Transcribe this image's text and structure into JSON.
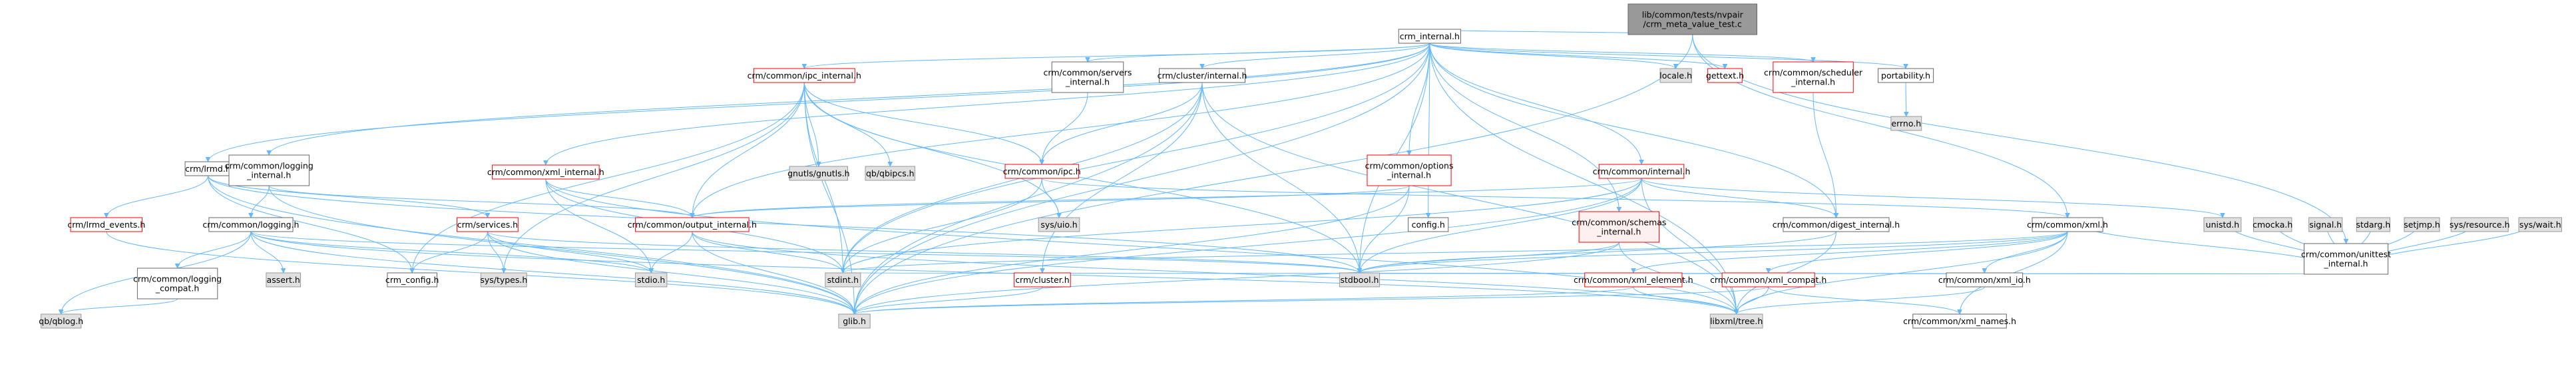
{
  "chart_data": {
    "type": "diagram",
    "nodes": [
      {
        "id": "root",
        "label": [
          "lib/common/tests/nvpair",
          "/crm_meta_value_test.c"
        ],
        "style": "root"
      },
      {
        "id": "crm_internal",
        "label": [
          "crm_internal.h"
        ],
        "style": "std"
      },
      {
        "id": "unittest",
        "label": [
          "crm/common/unittest",
          "_internal.h"
        ],
        "style": "std"
      },
      {
        "id": "ipc_internal",
        "label": [
          "crm/common/ipc_internal.h"
        ],
        "style": "red"
      },
      {
        "id": "servers_internal",
        "label": [
          "crm/common/servers",
          "_internal.h"
        ],
        "style": "std"
      },
      {
        "id": "cluster_internal",
        "label": [
          "crm/cluster/internal.h"
        ],
        "style": "std"
      },
      {
        "id": "locale",
        "label": [
          "locale.h"
        ],
        "style": "gray"
      },
      {
        "id": "gettext",
        "label": [
          "gettext.h"
        ],
        "style": "red"
      },
      {
        "id": "scheduler_internal",
        "label": [
          "crm/common/scheduler",
          "_internal.h"
        ],
        "style": "red"
      },
      {
        "id": "portability",
        "label": [
          "portability.h"
        ],
        "style": "std"
      },
      {
        "id": "errno",
        "label": [
          "errno.h"
        ],
        "style": "gray"
      },
      {
        "id": "lrmd",
        "label": [
          "crm/lrmd.h"
        ],
        "style": "std"
      },
      {
        "id": "logging_internal",
        "label": [
          "crm/common/logging",
          "_internal.h"
        ],
        "style": "std"
      },
      {
        "id": "xml_internal",
        "label": [
          "crm/common/xml_internal.h"
        ],
        "style": "red"
      },
      {
        "id": "gnutls",
        "label": [
          "gnutls/gnutls.h"
        ],
        "style": "gray"
      },
      {
        "id": "qbipcs",
        "label": [
          "qb/qbipcs.h"
        ],
        "style": "gray"
      },
      {
        "id": "ipc",
        "label": [
          "crm/common/ipc.h"
        ],
        "style": "red"
      },
      {
        "id": "options_internal",
        "label": [
          "crm/common/options",
          "_internal.h"
        ],
        "style": "red"
      },
      {
        "id": "common_internal",
        "label": [
          "crm/common/internal.h"
        ],
        "style": "red"
      },
      {
        "id": "lrmd_events",
        "label": [
          "crm/lrmd_events.h"
        ],
        "style": "red"
      },
      {
        "id": "services",
        "label": [
          "crm/services.h"
        ],
        "style": "red"
      },
      {
        "id": "logging",
        "label": [
          "crm/common/logging.h"
        ],
        "style": "std"
      },
      {
        "id": "output_internal",
        "label": [
          "crm/common/output_internal.h"
        ],
        "style": "red"
      },
      {
        "id": "sysuio",
        "label": [
          "sys/uio.h"
        ],
        "style": "gray"
      },
      {
        "id": "config",
        "label": [
          "config.h"
        ],
        "style": "std"
      },
      {
        "id": "schemas_internal",
        "label": [
          "crm/common/schemas",
          "_internal.h"
        ],
        "style": "pink"
      },
      {
        "id": "digest_internal",
        "label": [
          "crm/common/digest_internal.h"
        ],
        "style": "std"
      },
      {
        "id": "xml",
        "label": [
          "crm/common/xml.h"
        ],
        "style": "std"
      },
      {
        "id": "unistd",
        "label": [
          "unistd.h"
        ],
        "style": "gray"
      },
      {
        "id": "cmocka",
        "label": [
          "cmocka.h"
        ],
        "style": "gray"
      },
      {
        "id": "signal",
        "label": [
          "signal.h"
        ],
        "style": "gray"
      },
      {
        "id": "stdarg",
        "label": [
          "stdarg.h"
        ],
        "style": "gray"
      },
      {
        "id": "setjmp",
        "label": [
          "setjmp.h"
        ],
        "style": "gray"
      },
      {
        "id": "sysresource",
        "label": [
          "sys/resource.h"
        ],
        "style": "gray"
      },
      {
        "id": "syswait",
        "label": [
          "sys/wait.h"
        ],
        "style": "gray"
      },
      {
        "id": "assert",
        "label": [
          "assert.h"
        ],
        "style": "gray"
      },
      {
        "id": "logging_compat",
        "label": [
          "crm/common/logging",
          "_compat.h"
        ],
        "style": "std"
      },
      {
        "id": "crm_config",
        "label": [
          "crm_config.h"
        ],
        "style": "std"
      },
      {
        "id": "systypes",
        "label": [
          "sys/types.h"
        ],
        "style": "gray"
      },
      {
        "id": "stdio",
        "label": [
          "stdio.h"
        ],
        "style": "gray"
      },
      {
        "id": "stdint",
        "label": [
          "stdint.h"
        ],
        "style": "gray"
      },
      {
        "id": "cluster",
        "label": [
          "crm/cluster.h"
        ],
        "style": "red"
      },
      {
        "id": "stdbool",
        "label": [
          "stdbool.h"
        ],
        "style": "gray"
      },
      {
        "id": "xml_element",
        "label": [
          "crm/common/xml_element.h"
        ],
        "style": "red"
      },
      {
        "id": "xml_compat",
        "label": [
          "crm/common/xml_compat.h"
        ],
        "style": "red"
      },
      {
        "id": "xml_io",
        "label": [
          "crm/common/xml_io.h"
        ],
        "style": "std"
      },
      {
        "id": "qblog",
        "label": [
          "qb/qblog.h"
        ],
        "style": "gray"
      },
      {
        "id": "glib",
        "label": [
          "glib.h"
        ],
        "style": "gray"
      },
      {
        "id": "libxml",
        "label": [
          "libxml/tree.h"
        ],
        "style": "gray"
      },
      {
        "id": "xml_names",
        "label": [
          "crm/common/xml_names.h"
        ],
        "style": "std"
      }
    ],
    "edges": [
      [
        "root",
        "crm_internal"
      ],
      [
        "root",
        "unittest"
      ],
      [
        "root",
        "glib"
      ],
      [
        "root",
        "xml"
      ],
      [
        "crm_internal",
        "ipc_internal"
      ],
      [
        "crm_internal",
        "servers_internal"
      ],
      [
        "crm_internal",
        "cluster_internal"
      ],
      [
        "crm_internal",
        "locale"
      ],
      [
        "crm_internal",
        "gettext"
      ],
      [
        "crm_internal",
        "scheduler_internal"
      ],
      [
        "crm_internal",
        "portability"
      ],
      [
        "crm_internal",
        "lrmd"
      ],
      [
        "crm_internal",
        "logging_internal"
      ],
      [
        "crm_internal",
        "xml_internal"
      ],
      [
        "crm_internal",
        "options_internal"
      ],
      [
        "crm_internal",
        "common_internal"
      ],
      [
        "crm_internal",
        "output_internal"
      ],
      [
        "crm_internal",
        "config"
      ],
      [
        "crm_internal",
        "schemas_internal"
      ],
      [
        "crm_internal",
        "digest_internal"
      ],
      [
        "crm_internal",
        "glib"
      ],
      [
        "crm_internal",
        "libxml"
      ],
      [
        "crm_internal",
        "stdbool"
      ],
      [
        "crm_internal",
        "stdint"
      ],
      [
        "portability",
        "errno"
      ],
      [
        "scheduler_internal",
        "digest_internal"
      ],
      [
        "servers_internal",
        "ipc"
      ],
      [
        "cluster_internal",
        "ipc"
      ],
      [
        "cluster_internal",
        "cluster"
      ],
      [
        "cluster_internal",
        "stdbool"
      ],
      [
        "cluster_internal",
        "stdint"
      ],
      [
        "cluster_internal",
        "glib"
      ],
      [
        "cluster_internal",
        "libxml"
      ],
      [
        "ipc_internal",
        "gnutls"
      ],
      [
        "ipc_internal",
        "qbipcs"
      ],
      [
        "ipc_internal",
        "ipc"
      ],
      [
        "ipc_internal",
        "output_internal"
      ],
      [
        "ipc_internal",
        "sysuio"
      ],
      [
        "ipc_internal",
        "crm_config"
      ],
      [
        "ipc_internal",
        "systypes"
      ],
      [
        "ipc_internal",
        "stdint"
      ],
      [
        "ipc_internal",
        "stdbool"
      ],
      [
        "ipc_internal",
        "glib"
      ],
      [
        "ipc",
        "sysuio"
      ],
      [
        "ipc",
        "stdint"
      ],
      [
        "ipc",
        "xml"
      ],
      [
        "lrmd",
        "lrmd_events"
      ],
      [
        "lrmd",
        "services"
      ],
      [
        "lrmd",
        "glib"
      ],
      [
        "lrmd",
        "stdbool"
      ],
      [
        "lrmd",
        "crm_config"
      ],
      [
        "lrmd_events",
        "glib"
      ],
      [
        "logging_internal",
        "logging"
      ],
      [
        "logging_internal",
        "output_internal"
      ],
      [
        "logging_internal",
        "glib"
      ],
      [
        "xml_internal",
        "output_internal"
      ],
      [
        "xml_internal",
        "stdio"
      ],
      [
        "xml_internal",
        "stdint"
      ],
      [
        "xml_internal",
        "libxml"
      ],
      [
        "options_internal",
        "output_internal"
      ],
      [
        "options_internal",
        "stdbool"
      ],
      [
        "options_internal",
        "glib"
      ],
      [
        "common_internal",
        "output_internal"
      ],
      [
        "common_internal",
        "digest_internal"
      ],
      [
        "common_internal",
        "unistd"
      ],
      [
        "common_internal",
        "stdbool"
      ],
      [
        "common_internal",
        "stdint"
      ],
      [
        "common_internal",
        "libxml"
      ],
      [
        "common_internal",
        "glib"
      ],
      [
        "services",
        "crm_config"
      ],
      [
        "services",
        "systypes"
      ],
      [
        "services",
        "stdio"
      ],
      [
        "services",
        "stdbool"
      ],
      [
        "services",
        "glib"
      ],
      [
        "logging",
        "qblog"
      ],
      [
        "logging",
        "assert"
      ],
      [
        "logging",
        "logging_compat"
      ],
      [
        "logging",
        "glib"
      ],
      [
        "logging",
        "stdio"
      ],
      [
        "logging",
        "libxml"
      ],
      [
        "logging",
        "stdbool"
      ],
      [
        "logging_compat",
        "qblog"
      ],
      [
        "output_internal",
        "stdio"
      ],
      [
        "output_internal",
        "stdint"
      ],
      [
        "output_internal",
        "glib"
      ],
      [
        "output_internal",
        "libxml"
      ],
      [
        "schemas_internal",
        "stdbool"
      ],
      [
        "schemas_internal",
        "glib"
      ],
      [
        "schemas_internal",
        "libxml"
      ],
      [
        "digest_internal",
        "stdbool"
      ],
      [
        "digest_internal",
        "libxml"
      ],
      [
        "cluster",
        "glib"
      ],
      [
        "unittest",
        "xml"
      ],
      [
        "unittest",
        "unistd"
      ],
      [
        "unittest",
        "cmocka"
      ],
      [
        "unittest",
        "signal"
      ],
      [
        "unittest",
        "stdarg"
      ],
      [
        "unittest",
        "setjmp"
      ],
      [
        "unittest",
        "sysresource"
      ],
      [
        "unittest",
        "syswait"
      ],
      [
        "unittest",
        "stdbool"
      ],
      [
        "unittest",
        "stdint"
      ],
      [
        "xml",
        "xml_element"
      ],
      [
        "xml",
        "xml_compat"
      ],
      [
        "xml",
        "xml_io"
      ],
      [
        "xml",
        "xml_names"
      ],
      [
        "xml",
        "libxml"
      ],
      [
        "xml",
        "stdbool"
      ],
      [
        "xml",
        "stdint"
      ],
      [
        "xml_element",
        "libxml"
      ],
      [
        "xml_element",
        "glib"
      ],
      [
        "xml_compat",
        "libxml"
      ],
      [
        "xml_compat",
        "xml_names"
      ],
      [
        "xml_compat",
        "glib"
      ],
      [
        "xml_io",
        "libxml"
      ]
    ]
  }
}
